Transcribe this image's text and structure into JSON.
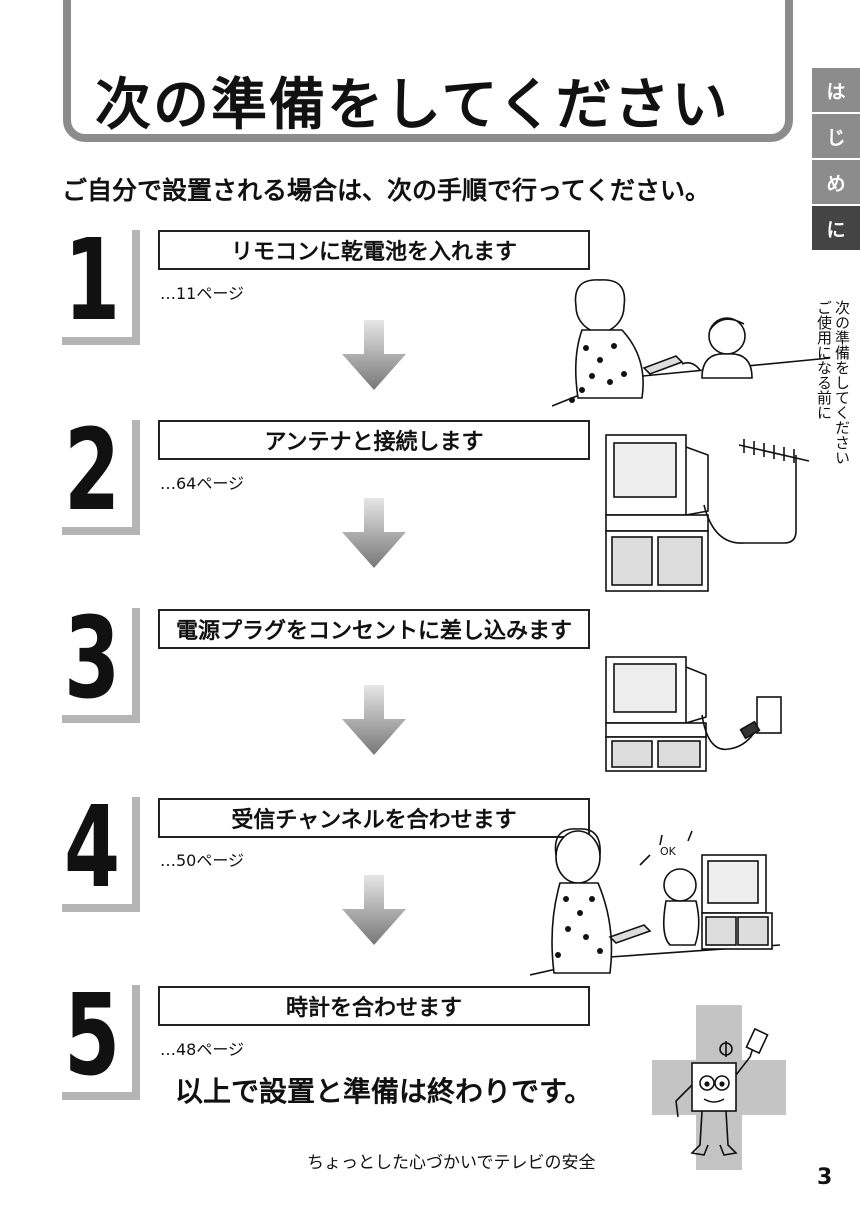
{
  "title": "次の準備をしてください",
  "subtitle": "ご自分で設置される場合は、次の手順で行ってください。",
  "side_tab": {
    "chars": [
      "は",
      "じ",
      "め",
      "に"
    ],
    "vertical_lines": [
      "次の準備をしてください",
      "ご使用になる前に"
    ]
  },
  "steps": [
    {
      "number": "1",
      "label": "リモコンに乾電池を入れます",
      "page_ref": "…11ページ"
    },
    {
      "number": "2",
      "label": "アンテナと接続します",
      "page_ref": "…64ページ"
    },
    {
      "number": "3",
      "label": "電源プラグをコンセントに差し込みます",
      "page_ref": ""
    },
    {
      "number": "4",
      "label": "受信チャンネルを合わせます",
      "page_ref": "…50ページ"
    },
    {
      "number": "5",
      "label": "時計を合わせます",
      "page_ref": "…48ページ"
    }
  ],
  "finish_text": "以上で設置と準備は終わりです。",
  "illustration_text": {
    "ok": "OK"
  },
  "footer_text": "ちょっとした心づかいでテレビの安全",
  "page_number": "3"
}
